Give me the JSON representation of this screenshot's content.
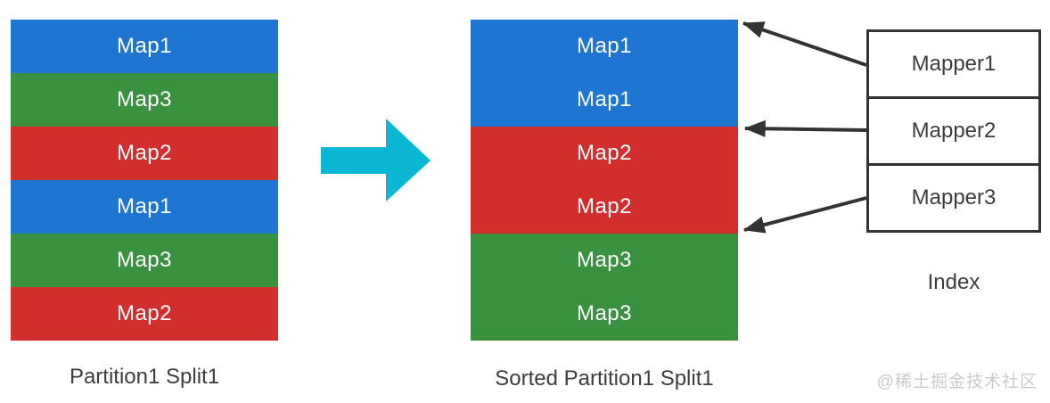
{
  "colors": {
    "map1_blue": "#1f76d2",
    "map2_red": "#d32e2e",
    "map3_green": "#3a9140",
    "flow_arrow_cyan": "#0bb7d2",
    "link_arrow_dark": "#333333",
    "caption_text": "#3d3d3d",
    "bar_text": "#ffffff",
    "watermark_gray": "#cbcbcb"
  },
  "partition": {
    "caption": "Partition1 Split1",
    "rows": [
      {
        "label": "Map1"
      },
      {
        "label": "Map3"
      },
      {
        "label": "Map2"
      },
      {
        "label": "Map1"
      },
      {
        "label": "Map3"
      },
      {
        "label": "Map2"
      }
    ]
  },
  "sorted_partition": {
    "caption": "Sorted Partition1 Split1",
    "rows": [
      {
        "label": "Map1"
      },
      {
        "label": "Map1"
      },
      {
        "label": "Map2"
      },
      {
        "label": "Map2"
      },
      {
        "label": "Map3"
      },
      {
        "label": "Map3"
      }
    ]
  },
  "index_panel": {
    "caption": "Index",
    "mappers": [
      {
        "label": "Mapper1"
      },
      {
        "label": "Mapper2"
      },
      {
        "label": "Mapper3"
      }
    ]
  },
  "watermark": "@稀土掘金技术社区"
}
